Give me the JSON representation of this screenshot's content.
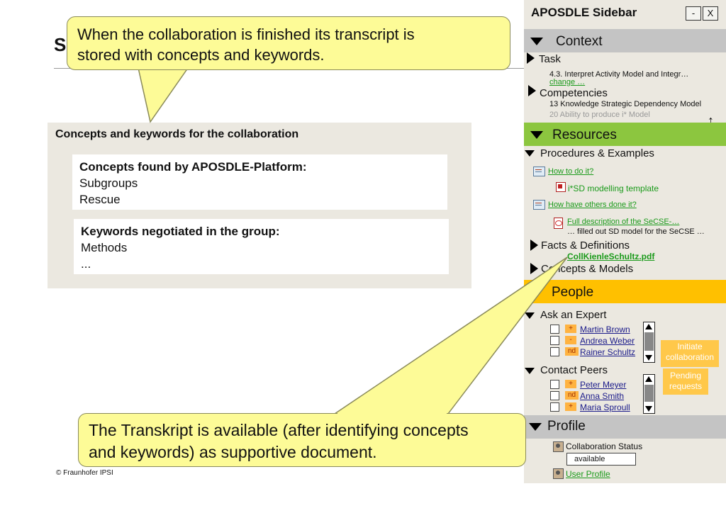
{
  "slide": {
    "title_visible": "S",
    "panel_title": "Concepts and keywords for the collaboration",
    "found_box": {
      "title": "Concepts found by APOSDLE-Platform:",
      "items": [
        "Subgroups",
        "Rescue"
      ]
    },
    "keywords_box": {
      "title": "Keywords negotiated in the group:",
      "items": [
        "Methods",
        "..."
      ]
    },
    "copyright": "© Fraunhofer IPSI"
  },
  "callouts": {
    "top": [
      "When the collaboration is finished its transcript is",
      "stored with concepts and keywords."
    ],
    "bottom": [
      "The Transkript is available (after identifying concepts",
      "and keywords) as supportive document."
    ],
    "fill": "#fdfb97"
  },
  "sidebar": {
    "title": "APOSDLE Sidebar",
    "minimize_label": "-",
    "close_label": "X",
    "context": {
      "header": "Context",
      "task_label": "Task",
      "task_value": "4.3. Interpret Activity Model and Integr…",
      "change_link": "change …",
      "competencies_label": "Competencies",
      "competency_1": "13 Knowledge Strategic Dependency Model",
      "competency_2": "20 Ability to produce i* Model"
    },
    "resources": {
      "header": "Resources",
      "procedures_label": "Procedures & Examples",
      "how_to": "How to do it?",
      "template": "i*SD modelling template",
      "how_others": "How have others done it?",
      "full_description": "Full description of the SeCSE-…",
      "filled_out": "… filled out SD model for the SeCSE …",
      "facts_label": "Facts & Definitions",
      "pdf_link": "CollKienleSchultz.pdf",
      "concepts_label": "Concepts & Models"
    },
    "people": {
      "header": "People",
      "ask_expert_label": "Ask an Expert",
      "experts": [
        {
          "badge": "+",
          "name": "Martin Brown"
        },
        {
          "badge": "-",
          "name": "Andrea Weber"
        },
        {
          "badge": "nd",
          "name": "Rainer Schultz"
        }
      ],
      "initiate_button": [
        "Initiate",
        "collaboration"
      ],
      "contact_peers_label": "Contact Peers",
      "peers": [
        {
          "badge": "+",
          "name": "Peter Meyer"
        },
        {
          "badge": "nd",
          "name": "Anna Smith"
        },
        {
          "badge": "+",
          "name": "Maria Sproull"
        }
      ],
      "pending_button": [
        "Pending",
        "requests"
      ]
    },
    "profile": {
      "header": "Profile",
      "collab_status_label": "Collaboration Status",
      "status_value": "available",
      "user_profile_link": "User Profile"
    },
    "colors": {
      "context": "#c4c4c4",
      "resources": "#8cc63f",
      "people": "#ffc000",
      "profile": "#c4c4c4",
      "background": "#ebe8e0"
    }
  }
}
